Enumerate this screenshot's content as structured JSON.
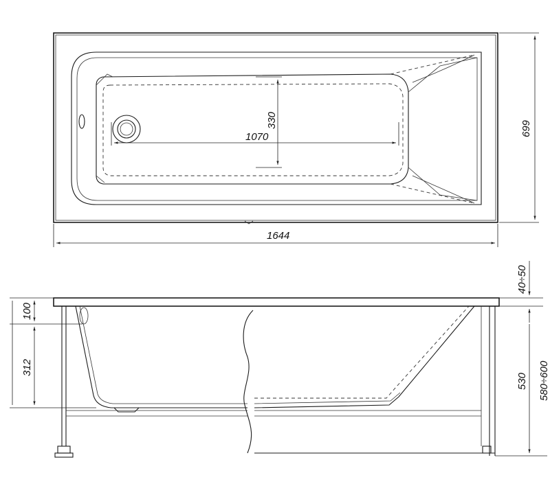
{
  "drawing": {
    "top_view": {
      "dim_length": "1644",
      "dim_width": "699",
      "dim_inner_length": "1070",
      "dim_inner_width": "330"
    },
    "side_view": {
      "dim_rim": "100",
      "dim_depth": "312",
      "dim_adjust": "40÷50",
      "dim_height": "530",
      "dim_panel": "580÷600"
    }
  }
}
